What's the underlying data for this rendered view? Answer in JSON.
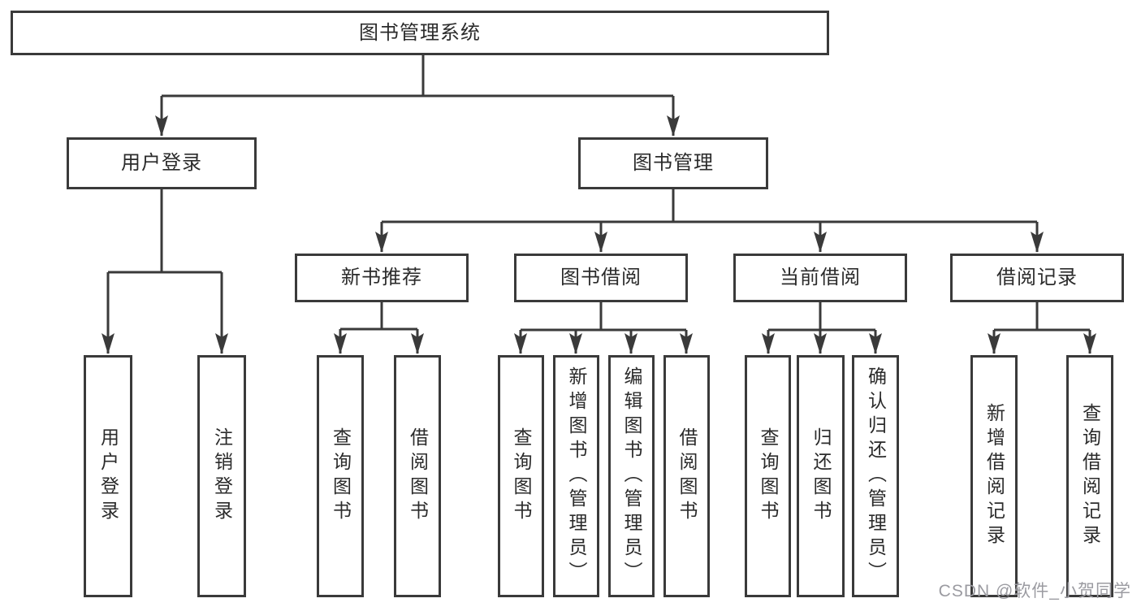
{
  "diagram": {
    "title": "图书管理系统",
    "root": {
      "label": "图书管理系统"
    },
    "level2": [
      {
        "label": "用户登录"
      },
      {
        "label": "图书管理"
      }
    ],
    "level3": [
      {
        "label": "新书推荐"
      },
      {
        "label": "图书借阅"
      },
      {
        "label": "当前借阅"
      },
      {
        "label": "借阅记录"
      }
    ],
    "leaves": {
      "user_login": [
        "用户登录",
        "注销登录"
      ],
      "new_book": [
        "查询图书",
        "借阅图书"
      ],
      "book_borrow": [
        "查询图书",
        "新增图书（管理员）",
        "编辑图书（管理员）",
        "借阅图书"
      ],
      "current_borrow": [
        "查询图书",
        "归还图书",
        "确认归还（管理员）"
      ],
      "borrow_record": [
        "新增借阅记录",
        "查询借阅记录"
      ]
    }
  },
  "watermark": "CSDN @软件_小贺同学",
  "colors": {
    "line": "#3a3a3a",
    "box_border": "#3a3a3a",
    "text": "#2b2b2b",
    "watermark": "#9b9ba1",
    "background": "#ffffff"
  }
}
